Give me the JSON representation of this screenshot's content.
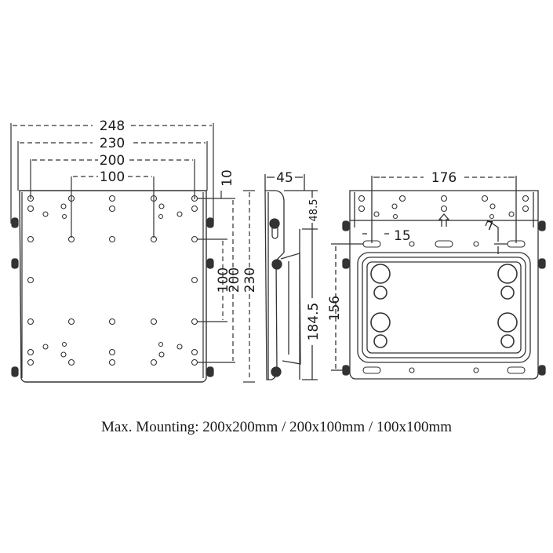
{
  "caption": "Max. Mounting: 200x200mm / 200x100mm / 100x100mm",
  "front_view": {
    "width_dims": [
      "248",
      "230",
      "200",
      "100"
    ],
    "offset_dim": "10",
    "height_dims": [
      "100",
      "200",
      "230"
    ]
  },
  "side_view": {
    "depth_dim": "45",
    "top_offset_dim": "48.5",
    "bracket_height_dim": "184.5"
  },
  "back_view": {
    "slot_spacing_dim": "176",
    "slot_width_dim": "15",
    "slot_offset_dim": "7",
    "slot_height_dim": "156"
  },
  "colors": {
    "line": "#333333",
    "background": "#ffffff"
  }
}
